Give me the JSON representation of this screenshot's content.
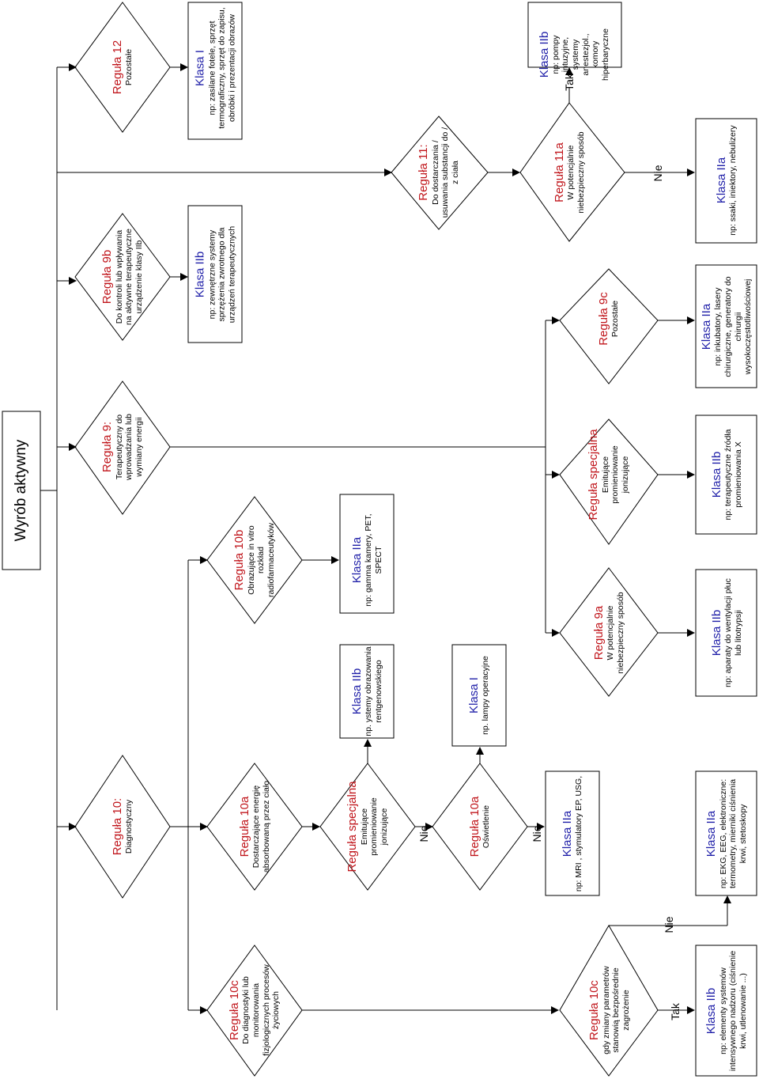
{
  "root": {
    "label": "Wyrób aktywny"
  },
  "rules": {
    "r12": {
      "title": "Reguła 12",
      "desc": "Pozostałe"
    },
    "r9b": {
      "title": "Reguła 9b",
      "desc": "Do  kontroli lub wpływania na aktywne terapeutyczne urządzenie  klasy IIb"
    },
    "r9": {
      "title": "Reguła 9:",
      "desc": "Terapeutyczny do wprowadzania lub wymiany energii"
    },
    "r10": {
      "title": "Reguła 10:",
      "desc": "Diagnostyczny"
    },
    "r10b": {
      "title": "Reguła 10b",
      "desc": "Obrazujące in vitro rozkład radiofarmaceutyków"
    },
    "r10a1": {
      "title": "Reguła 10a",
      "desc": "Dostarczające energię absorbowaną przez ciało"
    },
    "r10c": {
      "title": "Reguła 10c",
      "desc": "Do diagnostyki lub monitorowania fizjologicznych procesów życiowych"
    },
    "rspec1": {
      "title": "Reguła specjalna",
      "desc": "Emitujące promieniowanie jonizujące"
    },
    "r10a2": {
      "title": "Reguła 10a",
      "desc": "Oświetlenie"
    },
    "r11": {
      "title": "Reguła 11:",
      "desc": "Do dostarczania / usuwania substancji do / z ciała"
    },
    "r11a": {
      "title": "Reguła 11a",
      "desc": "W potencjalnie niebezpieczny sposób"
    },
    "r9c": {
      "title": "Reguła 9c",
      "desc": "Pozostałe"
    },
    "rspec2": {
      "title": "Reguła specjalna",
      "desc": "Emitujące promieniowanie jonizujące"
    },
    "r9a": {
      "title": "Reguła 9a",
      "desc": "W potencjalnie niebezpieczny sposób"
    },
    "r10c2": {
      "title": "Reguła 10c",
      "desc": "gdy zmiany parametrów stanowią bezpośrednie zagrożenie"
    }
  },
  "classes": {
    "c_r12": {
      "title": "Klasa I",
      "desc": "np: zasilane fotele, sprzęt termograficzny,  sprzęt do zapisu, obróbki i prezentacji obrazów"
    },
    "c_r9b": {
      "title": "Klasa IIb",
      "desc": "np: zewnętrzne systemy sprzężenia zwrotnego dla urządzeń terapeutycznych"
    },
    "c_r11tak": {
      "title": "Klasa IIb",
      "desc": "np: pompy intuzyjne, systemy anestezjol., komory hiperbaryczne"
    },
    "c_r11nie": {
      "title": "Klasa IIa",
      "desc": "np: ssaki, iniektory, nebulizery"
    },
    "c_r10b": {
      "title": "Klasa IIa",
      "desc": "np: gamma kamery, PET, SPECT"
    },
    "c_spec1": {
      "title": "Klasa IIb",
      "desc": "np. ystemy obrazowania rentgenowskiego"
    },
    "c_osw": {
      "title": "Klasa I",
      "desc": "np. lampy operacyjne"
    },
    "c_r10anie": {
      "title": "Klasa IIa",
      "desc": "np: MRI , stymulatory EP, USG,"
    },
    "c_r9c": {
      "title": "Klasa IIa",
      "desc": "np: inkubatory, lasery chirurgiczne, generatory do chirurgii wysokoczęstotliwościowej"
    },
    "c_spec2": {
      "title": "Klasa IIb",
      "desc": "np: terapeutyczne źródła promieniowania X"
    },
    "c_r9a": {
      "title": "Klasa IIb",
      "desc": "np: aparaty do wentylacji płuc lub litotrypsji"
    },
    "c_ekg": {
      "title": "Klasa IIa",
      "desc": "np: EKG, EEG, elektroniczne: termometry, mierniki ciśnienia krwi, stetoskopy"
    },
    "c_r10ctak": {
      "title": "Klasa IIb",
      "desc": "np: elementy systemów intensywnego nadzoru  (ciśnienie krwi, utlenowanie ...)"
    }
  },
  "labels": {
    "nie1": "Nie",
    "nie2": "Nie",
    "nie3": "Nie",
    "nie4": "Nie",
    "tak1": "Tak",
    "tak2": "Tak"
  }
}
